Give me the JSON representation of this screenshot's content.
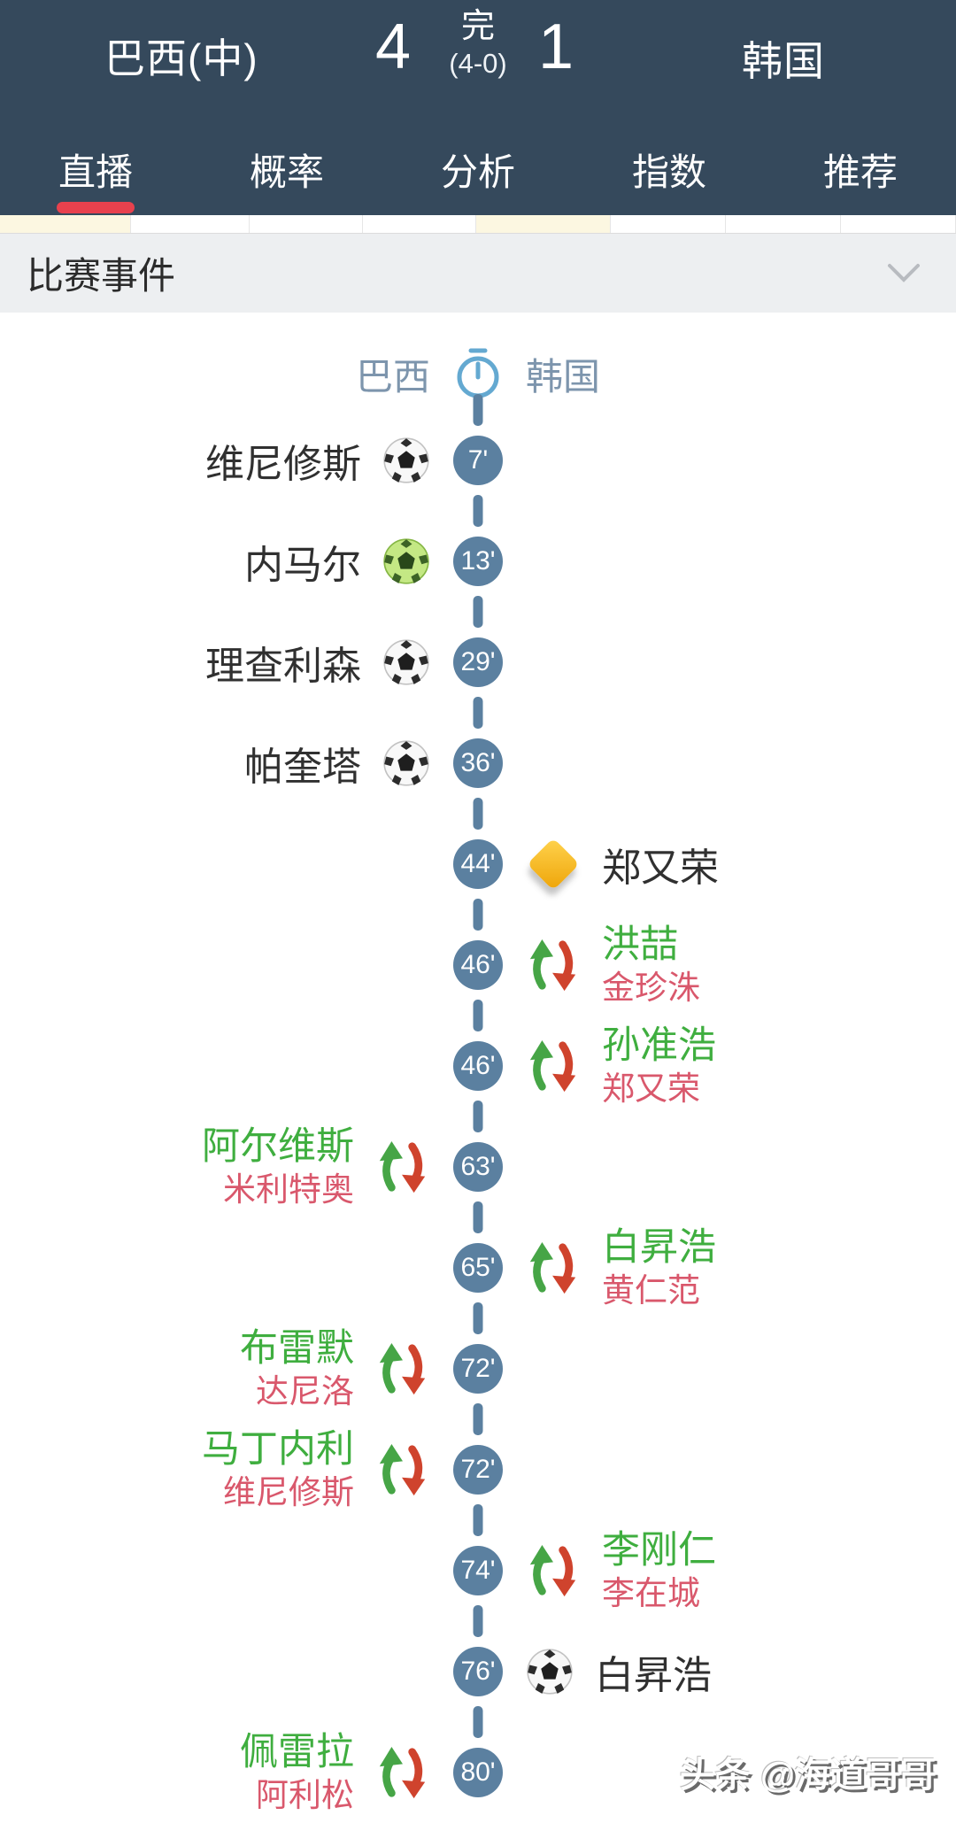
{
  "header": {
    "home_team": "巴西(中)",
    "home_score": "4",
    "status": "完",
    "half_score": "(4-0)",
    "away_score": "1",
    "away_team": "韩国"
  },
  "tabs": {
    "items": [
      {
        "label": "直播",
        "active": true
      },
      {
        "label": "概率",
        "active": false
      },
      {
        "label": "分析",
        "active": false
      },
      {
        "label": "指数",
        "active": false
      },
      {
        "label": "推荐",
        "active": false
      }
    ]
  },
  "odds_strip": {
    "cells": [
      {
        "style": "cream",
        "width": 148
      },
      {
        "style": "white",
        "width": 134
      },
      {
        "style": "white",
        "width": 128
      },
      {
        "style": "white",
        "width": 128
      },
      {
        "style": "cream",
        "width": 152
      },
      {
        "style": "white",
        "width": 130
      },
      {
        "style": "white",
        "width": 130
      },
      {
        "style": "white",
        "width": 130
      }
    ]
  },
  "section": {
    "title": "比赛事件",
    "chevron_icon": "chevron-down-icon"
  },
  "timeline": {
    "home_label": "巴西",
    "away_label": "韩国",
    "clock_icon": "stopwatch-icon",
    "events": [
      {
        "minute": "7'",
        "side": "home",
        "type": "goal",
        "player": "维尼修斯"
      },
      {
        "minute": "13'",
        "side": "home",
        "type": "goal_green",
        "player": "内马尔"
      },
      {
        "minute": "29'",
        "side": "home",
        "type": "goal",
        "player": "理查利森"
      },
      {
        "minute": "36'",
        "side": "home",
        "type": "goal",
        "player": "帕奎塔"
      },
      {
        "minute": "44'",
        "side": "away",
        "type": "yellow_card",
        "player": "郑又荣"
      },
      {
        "minute": "46'",
        "side": "away",
        "type": "substitution",
        "player_in": "洪喆",
        "player_out": "金珍洙"
      },
      {
        "minute": "46'",
        "side": "away",
        "type": "substitution",
        "player_in": "孙准浩",
        "player_out": "郑又荣"
      },
      {
        "minute": "63'",
        "side": "home",
        "type": "substitution",
        "player_in": "阿尔维斯",
        "player_out": "米利特奥"
      },
      {
        "minute": "65'",
        "side": "away",
        "type": "substitution",
        "player_in": "白昇浩",
        "player_out": "黄仁范"
      },
      {
        "minute": "72'",
        "side": "home",
        "type": "substitution",
        "player_in": "布雷默",
        "player_out": "达尼洛"
      },
      {
        "minute": "72'",
        "side": "home",
        "type": "substitution",
        "player_in": "马丁内利",
        "player_out": "维尼修斯"
      },
      {
        "minute": "74'",
        "side": "away",
        "type": "substitution",
        "player_in": "李刚仁",
        "player_out": "李在城"
      },
      {
        "minute": "76'",
        "side": "away",
        "type": "goal",
        "player": "白昇浩"
      },
      {
        "minute": "80'",
        "side": "home",
        "type": "substitution",
        "player_in": "佩雷拉",
        "player_out": "阿利松"
      }
    ]
  },
  "watermark": {
    "text": "头条 @海道哥哥"
  },
  "colors": {
    "header_bg": "#35495c",
    "accent_red": "#e8414d",
    "node_blue": "#5b80a0",
    "sub_in_green": "#3fae3f",
    "sub_out_red": "#d9586c",
    "card_yellow": "#f3b01c",
    "clock_blue": "#64a9d1",
    "strip_cream": "#fcf7e1",
    "section_bg": "#edeff1",
    "team_label_blue": "#7d95ad"
  }
}
